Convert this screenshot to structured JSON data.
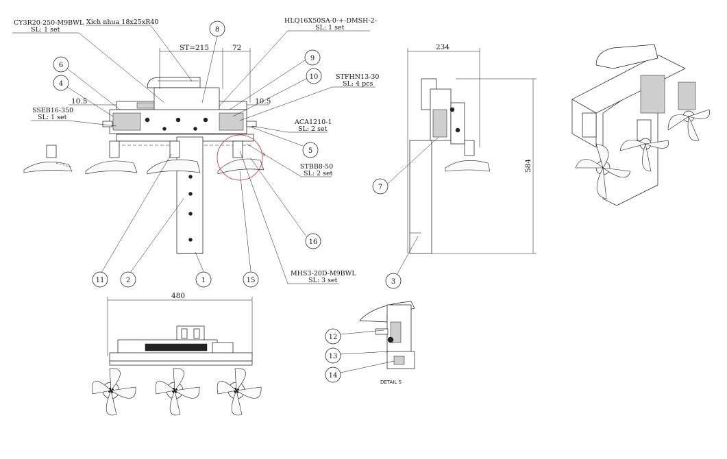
{
  "callouts": {
    "cy3r20": {
      "part": "CY3R20-250-M9BWL",
      "qty": "SL: 1 set"
    },
    "xich_nhua": "Xich nhua 18x25xR40",
    "hlq16": {
      "part": "HLQ16X50SA-0-+-DMSH-2-",
      "qty": "SL: 1 set"
    },
    "stfhn13": {
      "part": "STFHN13-30",
      "qty": "SL: 4 pcs"
    },
    "sseb16": {
      "part": "SSEB16-350",
      "qty": "SL: 1 set"
    },
    "aca1210": {
      "part": "ACA1210-1",
      "qty": "SL: 2 set"
    },
    "stbb8": {
      "part": "STBB8-50",
      "qty": "SL: 2 set"
    },
    "mhs3": {
      "part": "MHS3-20D-M9BWL",
      "qty": "SL: 3 set"
    }
  },
  "dimensions": {
    "stroke": "ST=215",
    "d72": "72",
    "d10_5_left": "10.5",
    "d10_5_right": "10.5",
    "d234": "234",
    "d584": "584",
    "d480": "480"
  },
  "balloons": [
    "1",
    "2",
    "3",
    "4",
    "5",
    "6",
    "7",
    "8",
    "9",
    "10",
    "11",
    "12",
    "13",
    "14",
    "15",
    "16"
  ],
  "detail_mark": "S",
  "detail_caption": "DETAIL S",
  "colors": {
    "line": "#111111",
    "detail_circle": "#d9262c",
    "background": "#ffffff"
  }
}
